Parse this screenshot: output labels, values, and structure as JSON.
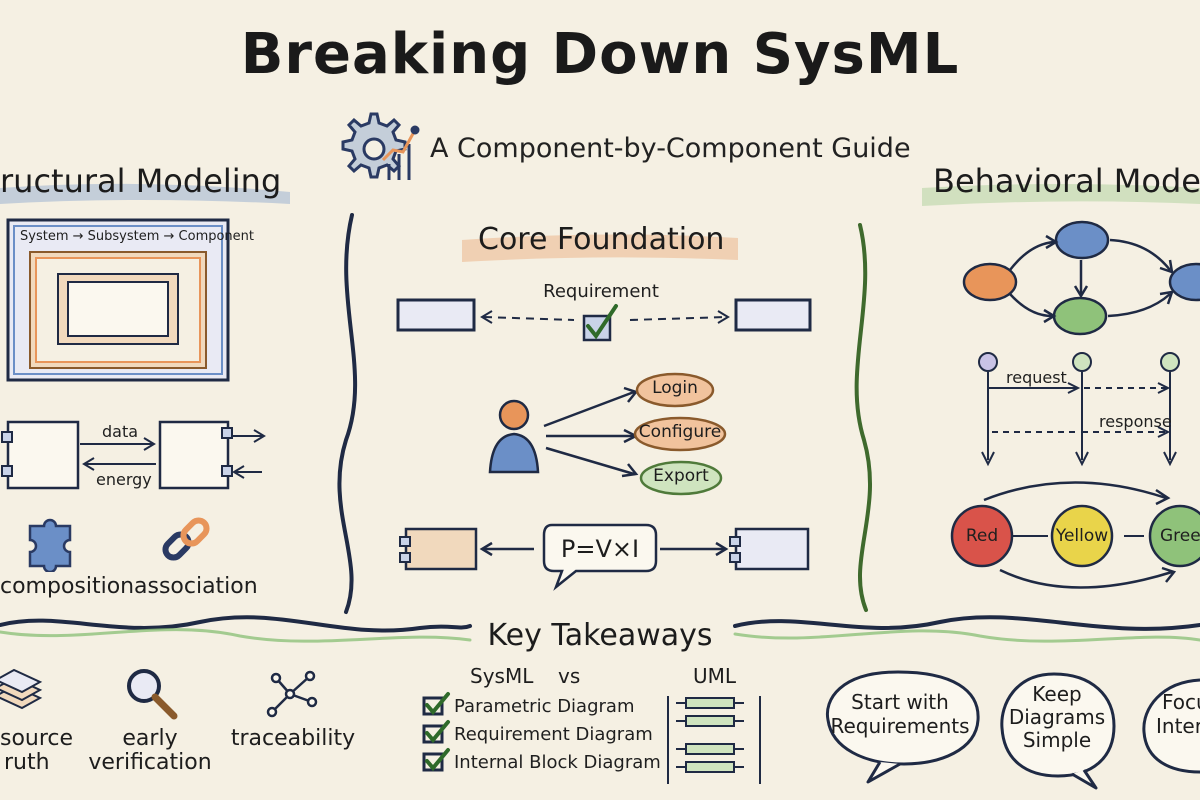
{
  "header": {
    "title": "Breaking Down SysML",
    "subtitle": "A Component-by-Component Guide",
    "logo_icon": "gear-chart-icon"
  },
  "structural": {
    "heading": "ructural Modeling",
    "nested_label": "System → Subsystem → Component",
    "flow_top": "data",
    "flow_bottom": "energy",
    "composition_label": "composition",
    "association_label": "association",
    "composition_icon": "puzzle-icon",
    "association_icon": "chain-link-icon"
  },
  "core": {
    "heading": "Core Foundation",
    "requirement_label": "Requirement",
    "use_cases": [
      "Login",
      "Configure",
      "Export"
    ],
    "equation": "P=V×I",
    "actor_icon": "person-icon",
    "check_icon": "checkbox-icon"
  },
  "behavioral": {
    "heading": "Behavioral Modeli",
    "request_label": "request",
    "response_label": "response",
    "states": [
      "Red",
      "Yellow",
      "Gree"
    ]
  },
  "takeaways": {
    "heading": "Key Takeaways",
    "benefits": [
      {
        "line1": "source",
        "line2": "ruth",
        "icon": "layers-icon"
      },
      {
        "line1": "early",
        "line2": "verification",
        "icon": "magnifier-icon"
      },
      {
        "line1": "traceability",
        "line2": "",
        "icon": "network-icon"
      }
    ],
    "compare_left": "SysML",
    "compare_vs": "vs",
    "compare_right": "UML",
    "checklist": [
      "Parametric Diagram",
      "Requirement Diagram",
      "Internal Block Diagram"
    ],
    "tips": [
      {
        "lines": [
          "Start with",
          "Requirements"
        ]
      },
      {
        "lines": [
          "Keep",
          "Diagrams",
          "Simple"
        ]
      },
      {
        "lines": [
          "Focu",
          "Inter"
        ]
      }
    ]
  },
  "colors": {
    "background": "#f5f0e3",
    "orange": "#e8955a",
    "blue": "#6b8fc7",
    "green": "#8fc27a",
    "red": "#d9534a",
    "yellow": "#e9d44a",
    "ink": "#1f2a44"
  }
}
